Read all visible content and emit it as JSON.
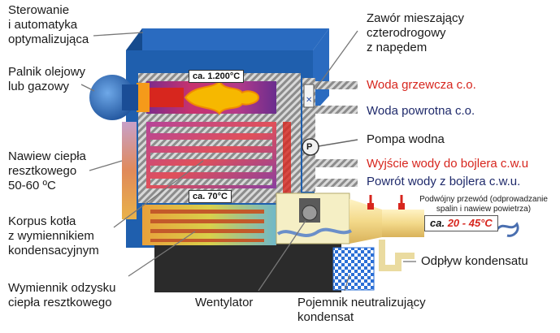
{
  "labels": {
    "control": "Sterowanie\ni automatyka\noptymalizująca",
    "burner": "Palnik olejowy\nlub gazowy",
    "supply": "Nawiew ciepła\nresztkowego\n50-60 ºC",
    "body": "Korpus kotła\nz wymiennikiem\nkondensacyjnym",
    "exchanger": "Wymiennik odzysku\nciepła resztkowego",
    "fan": "Wentylator",
    "neutralizer": "Pojemnik neutralizujący\nkondensat",
    "valve": "Zawór mieszający\nczterodrogowy\nz napędem",
    "heating_water": "Woda grzewcza c.o.",
    "return_water": "Woda powrotna c.o.",
    "pump": "Pompa wodna",
    "boiler_out": "Wyjście wody do bojlera c.w.u",
    "boiler_return": "Powrót wody z bojlera c.w.u.",
    "double_pipe": "Podwójny przewód (odprowadzanie\nspalin i nawiew powietrza)",
    "drain": "Odpływ kondensatu"
  },
  "temps": {
    "top": "ca. 1.200°C",
    "mid": "ca. 70°C",
    "out_prefix": "ca.",
    "out_value": "20 - 45°C"
  },
  "pump_symbol": "P",
  "colors": {
    "casing": "#1f5fae",
    "casing_dark": "#154a8d",
    "flame": "#f6b800",
    "hot_red": "#d7261e",
    "navy": "#1f2a6b"
  }
}
